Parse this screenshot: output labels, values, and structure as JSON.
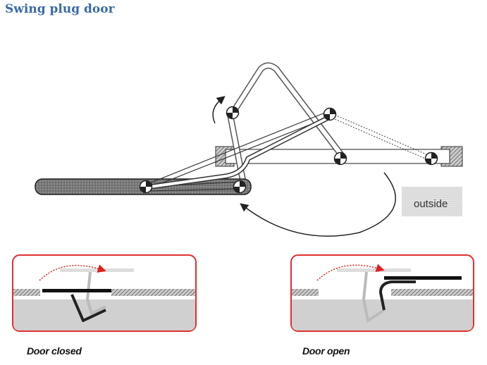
{
  "title": "Swing plug door",
  "diagram": {
    "outside_label": "outside"
  },
  "panels": [
    {
      "caption": "Door closed"
    },
    {
      "caption": "Door open"
    }
  ],
  "colors": {
    "title": "#3a6aa8",
    "panel_border": "#e03030",
    "arrow_red": "#e02020"
  }
}
